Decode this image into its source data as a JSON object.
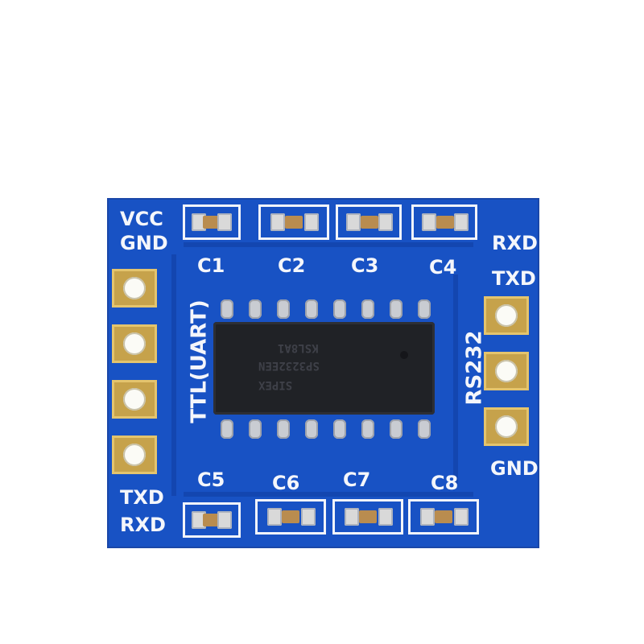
{
  "board": {
    "top_left_labels": [
      "VCC",
      "GND"
    ],
    "bottom_left_labels": [
      "TXD",
      "RXD"
    ],
    "right_labels": [
      "RXD",
      "TXD",
      "GND"
    ],
    "side_left_label": "TTL(UART)",
    "side_right_label": "RS232",
    "capacitors_top": [
      "C1",
      "C2",
      "C3",
      "C4"
    ],
    "capacitors_bottom": [
      "C5",
      "C6",
      "C7",
      "C8"
    ],
    "chip_markings": [
      "SIPEX",
      "SP3232EEN",
      "KSL8A1"
    ],
    "board_color": "#1852c4",
    "silkscreen_color": "#f4f6fb",
    "pad_color": "#c6a24b"
  }
}
